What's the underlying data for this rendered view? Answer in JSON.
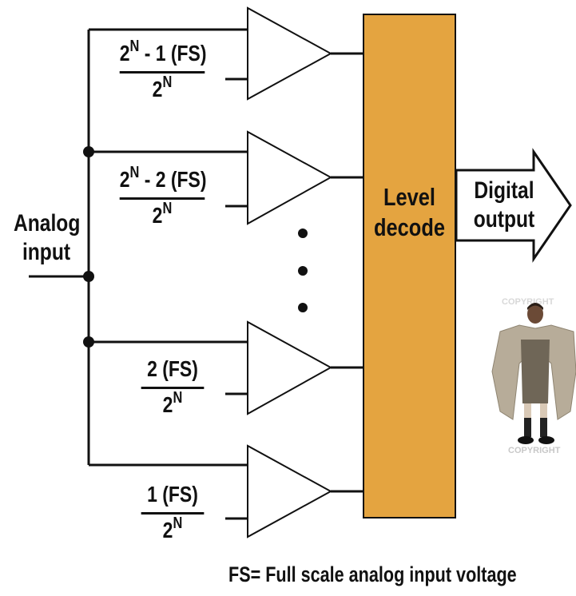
{
  "diagram": {
    "input_label": [
      "Analog",
      "input"
    ],
    "decoder_label": [
      "Level",
      "decode"
    ],
    "output_label": [
      "Digital",
      "output"
    ],
    "footnote": "FS= Full scale analog input  voltage",
    "ellipsis": "⋮",
    "comparators": [
      {
        "ref_label": {
          "base": "2",
          "sup": "N",
          "rest": " - 1 (FS)"
        },
        "denominator": {
          "base": "2",
          "sup": "N"
        }
      },
      {
        "ref_label": {
          "base": "2",
          "sup": "N",
          "rest": " - 2 (FS)"
        },
        "denominator": {
          "base": "2",
          "sup": "N"
        }
      },
      {
        "ref_label": {
          "base": "",
          "sup": "",
          "rest": "2 (FS)"
        },
        "denominator": {
          "base": "2",
          "sup": "N"
        }
      },
      {
        "ref_label": {
          "base": "",
          "sup": "",
          "rest": "1 (FS)"
        },
        "denominator": {
          "base": "2",
          "sup": "N"
        }
      }
    ],
    "colors": {
      "decoder_fill": "#E4A440",
      "line": "#111111",
      "coat": "#B7AC99"
    },
    "photo_watermark": "COPYRIGHT"
  }
}
